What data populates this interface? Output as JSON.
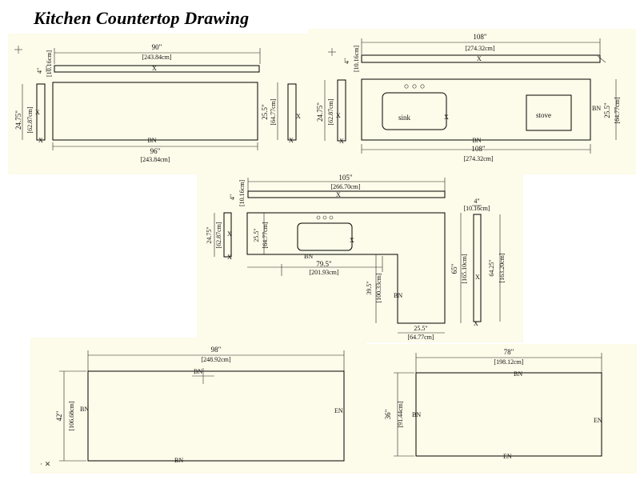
{
  "title": "Kitchen Countertop Drawing",
  "corner_mark": "· ✕",
  "marks": {
    "x": "X",
    "bn": "BN",
    "en": "EN"
  },
  "panel1": {
    "strip_length_in": "90\"",
    "strip_length_cm": "[243.84cm]",
    "strip_height_in": "4\"",
    "strip_height_cm": "[10.16cm]",
    "top_length_in": "96\"",
    "top_length_cm": "[243.84cm]",
    "left_depth_in": "24.75\"",
    "left_depth_cm": "[62.87cm]",
    "right_depth_in": "25.5\"",
    "right_depth_cm": "[64.77cm]"
  },
  "panel2": {
    "strip_length_in": "108\"",
    "strip_length_cm": "[274.32cm]",
    "strip_height_in": "4\"",
    "strip_height_cm": "[10.16cm]",
    "top_length_in": "108\"",
    "top_length_cm": "[274.32cm]",
    "left_depth_in": "24.75\"",
    "left_depth_cm": "[62.87cm]",
    "right_depth_in": "25.5\"",
    "right_depth_cm": "[64.77cm]",
    "sink_label": "sink",
    "stove_label": "stove"
  },
  "panel3": {
    "strip_length_in": "105\"",
    "strip_length_cm": "[266.70cm]",
    "strip_height_in": "4\"",
    "strip_height_cm": "[10.16cm]",
    "left_strip_in": "24.75\"",
    "left_strip_cm": "[62.87cm]",
    "inner_depth_in": "25.5\"",
    "inner_depth_cm": "[64.77cm]",
    "top_right_in": "4\"",
    "top_right_cm": "[10.16cm]",
    "long_length_in": "79.5\"",
    "long_length_cm": "[201.93cm]",
    "leg_height_in": "39.5\"",
    "leg_height_cm": "[100.33cm]",
    "leg_width_in": "25.5\"",
    "leg_width_cm": "[64.77cm]",
    "total_height_in": "65\"",
    "total_height_cm": "[165.10cm]",
    "right_strip_in": "64.25\"",
    "right_strip_cm": "[163.20cm]"
  },
  "panel4": {
    "length_in": "98\"",
    "length_cm": "[248.92cm]",
    "depth_in": "42\"",
    "depth_cm": "[106.68cm]"
  },
  "panel5": {
    "length_in": "78\"",
    "length_cm": "[198.12cm]",
    "depth_in": "36\"",
    "depth_cm": "[91.44cm]"
  }
}
